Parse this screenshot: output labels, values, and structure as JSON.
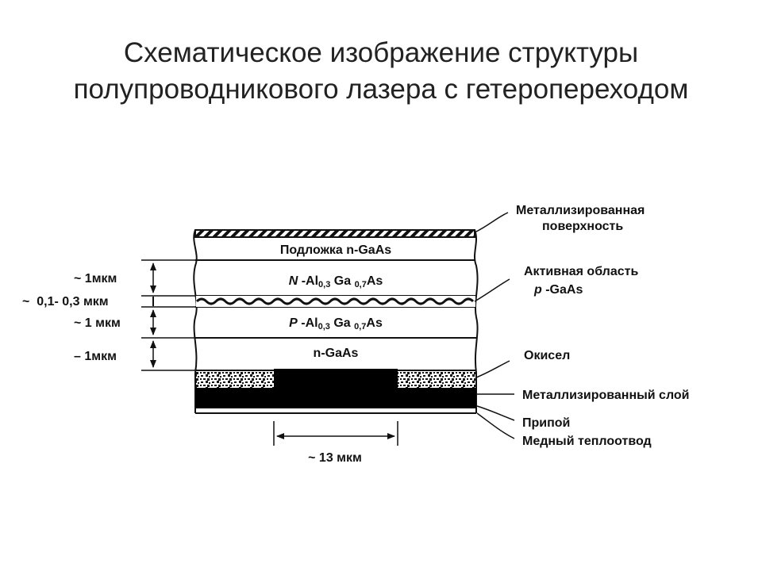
{
  "title": {
    "line1": "Схематическое изображение структуры",
    "line2": "полупроводникового лазера с гетеропереходом"
  },
  "layers": {
    "substrate": "Подложка n-GaAs",
    "n_layer": {
      "prefix": "N",
      "dash": " -Al",
      "al_sub": "0,3",
      "ga": " Ga ",
      "ga_sub": "0,7",
      "as": "As"
    },
    "p_layer": {
      "prefix": "P",
      "dash": " -Al",
      "al_sub": "0,3",
      "ga": " Ga ",
      "ga_sub": "0,7",
      "as": "As"
    },
    "n_gaas": "n-GaAs"
  },
  "dimensions": {
    "n_thickness": "~ 1мкм",
    "active_thickness": "~  0,1- 0,3 мкм",
    "p_thickness": "~ 1 мкм",
    "ngaas_thickness": "– 1мкм",
    "stripe_width": "~ 13 мкм"
  },
  "callouts": {
    "metal_surface_1": "Металлизированная",
    "metal_surface_2": "поверхность",
    "active_region_1": "Активная область",
    "active_region_2_prefix": "p",
    "active_region_2": " -GaAs",
    "oxide": "Окисел",
    "metal_layer": "Металлизированный слой",
    "solder": "Припой",
    "heatsink": "Медный теплоотвод"
  }
}
